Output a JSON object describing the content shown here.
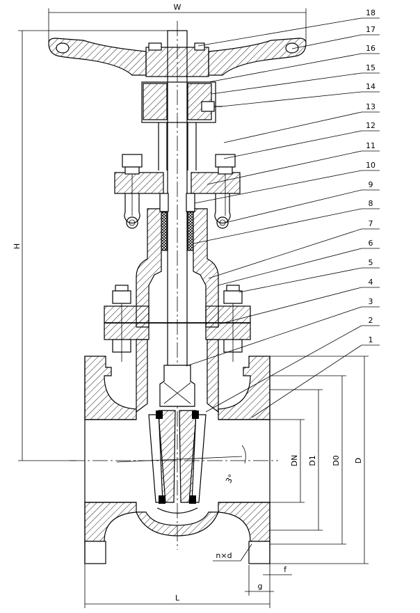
{
  "dimensions": {
    "W": "W",
    "H": "H",
    "L": "L",
    "D": "D",
    "D0": "D0",
    "D1": "D1",
    "DN": "DN",
    "f": "f",
    "g": "g",
    "nxd": "n×d",
    "angle": "3°"
  },
  "part_numbers": [
    "18",
    "17",
    "16",
    "15",
    "14",
    "13",
    "12",
    "11",
    "10",
    "9",
    "8",
    "7",
    "6",
    "5",
    "4",
    "3",
    "2",
    "1"
  ]
}
